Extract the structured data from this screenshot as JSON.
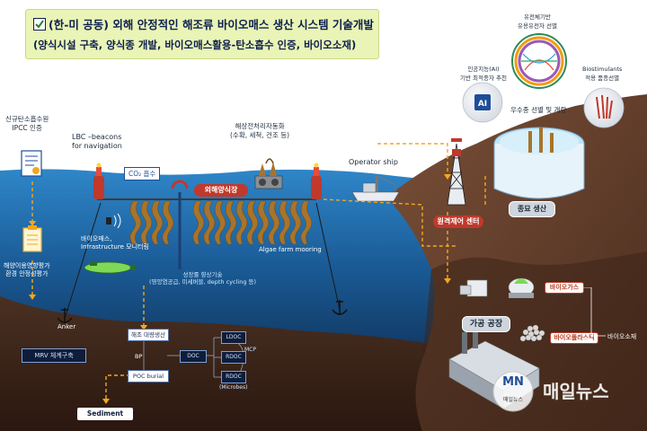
{
  "title": {
    "line1": "(한-미 공동) 외해 안정적인 해조류 바이오매스 생산 시스템 기술개발",
    "line2": "(양식시설 구축, 양식종 개발, 바이오매스활용-탄소흡수 인증, 바이오소재)"
  },
  "labels": {
    "carbon_cert": "신규탄소흡수원\nIPCC 인증",
    "lbc": "LBC –beacons\nfor navigation",
    "co2": "CO₂ 흡수",
    "harvest_auto": "해상전처리자동화\n(수확, 세척, 건조 등)",
    "operator_ship": "Operator ship",
    "offshore_farm": "외해양식장",
    "biomass_monitor": "바이오매스,\nInfrastructure 모니터링",
    "env_assess": "해양이용영향평가\n환경 안정성평가",
    "farm_mooring": "Algae farm mooring",
    "growth_tech": "성장률 향상기술\n(영양염공급, 미세버블, depth cycling 등)",
    "anker": "Anker",
    "mrv": "MRV 체계구축",
    "remote_center": "원격제어 센터",
    "genomics": "유전체기반\n유용유전자 선별",
    "ai": "인공지능(AI)\n기반 최적종자 추천",
    "biostim": "Biostimulants\n적용 품종선별",
    "selection": "우수종 선별 및 개량",
    "seedling": "종묘 생산",
    "processing": "가공 공장",
    "biogas": "바이오가스",
    "bioplastic": "바이오플라스틱",
    "biomaterial": "바이오소재"
  },
  "carbon_flow": {
    "biomass": "해조 대량생산",
    "bp": "BP",
    "poc": "POC burial",
    "doc": "DOC",
    "ldoc": "LDOC",
    "rdoc1": "RDOC",
    "rdoc2": "RDOC",
    "microbes": "(Microbes)",
    "mcp": "MCP",
    "sediment": "Sediment"
  },
  "watermark": {
    "logo": "MN",
    "sub": "매일뉴스",
    "text": "매일뉴스"
  },
  "colors": {
    "sky": "#ffffff",
    "sea_top": "#1f6fb0",
    "sea_deep": "#0a1f3f",
    "seabed": "#3a2418",
    "land": "#6b4330",
    "accent_red": "#c0392b",
    "arrow_orange": "#f2a81d",
    "kelp": "#a8742a"
  }
}
